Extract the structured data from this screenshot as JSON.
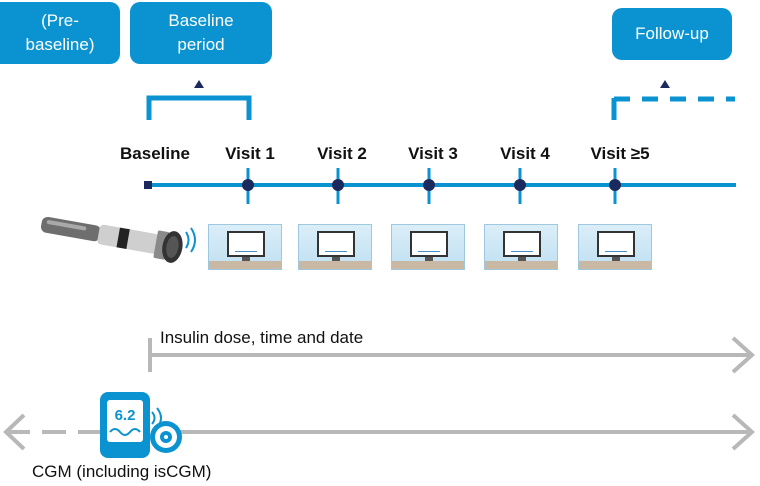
{
  "boxes": {
    "pre_baseline": "(Pre-\nbaseline)",
    "baseline_period": "Baseline\nperiod",
    "follow_up": "Follow-up"
  },
  "timeline": {
    "baseline_label": "Baseline",
    "visits": [
      "Visit 1",
      "Visit 2",
      "Visit 3",
      "Visit 4",
      "Visit ≥5"
    ]
  },
  "insulin": {
    "label": "Insulin dose, time and date"
  },
  "cgm": {
    "label": "CGM (including isCGM)",
    "reading": "6.2"
  },
  "colors": {
    "accent": "#0a93d0",
    "navy": "#1b2a5e",
    "grey": "#b8b8b8"
  },
  "icons": [
    "insulin-pen-icon",
    "computer-monitor-icon",
    "cgm-reader-icon",
    "sensor-icon"
  ]
}
